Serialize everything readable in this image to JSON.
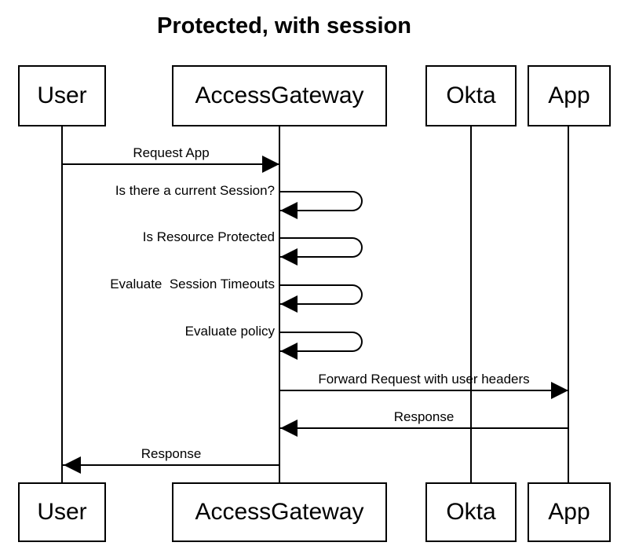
{
  "title": "Protected, with session",
  "colors": {
    "line": "#000000",
    "background": "#ffffff",
    "text": "#000000"
  },
  "actors": [
    {
      "name": "User"
    },
    {
      "name": "AccessGateway"
    },
    {
      "name": "Okta"
    },
    {
      "name": "App"
    }
  ],
  "messages": {
    "request_app": {
      "label": "Request App",
      "from": "User",
      "to": "AccessGateway"
    },
    "current_session": {
      "label": "Is there a current Session?",
      "from": "AccessGateway",
      "to": "AccessGateway"
    },
    "resource_protected": {
      "label": "Is Resource Protected",
      "from": "AccessGateway",
      "to": "AccessGateway"
    },
    "session_timeouts": {
      "label": "Evaluate  Session Timeouts",
      "from": "AccessGateway",
      "to": "AccessGateway"
    },
    "evaluate_policy": {
      "label": "Evaluate policy",
      "from": "AccessGateway",
      "to": "AccessGateway"
    },
    "forward_request": {
      "label": "Forward Request with user headers",
      "from": "AccessGateway",
      "to": "App"
    },
    "app_response": {
      "label": "Response",
      "from": "App",
      "to": "AccessGateway"
    },
    "user_response": {
      "label": "Response",
      "from": "AccessGateway",
      "to": "User"
    }
  }
}
